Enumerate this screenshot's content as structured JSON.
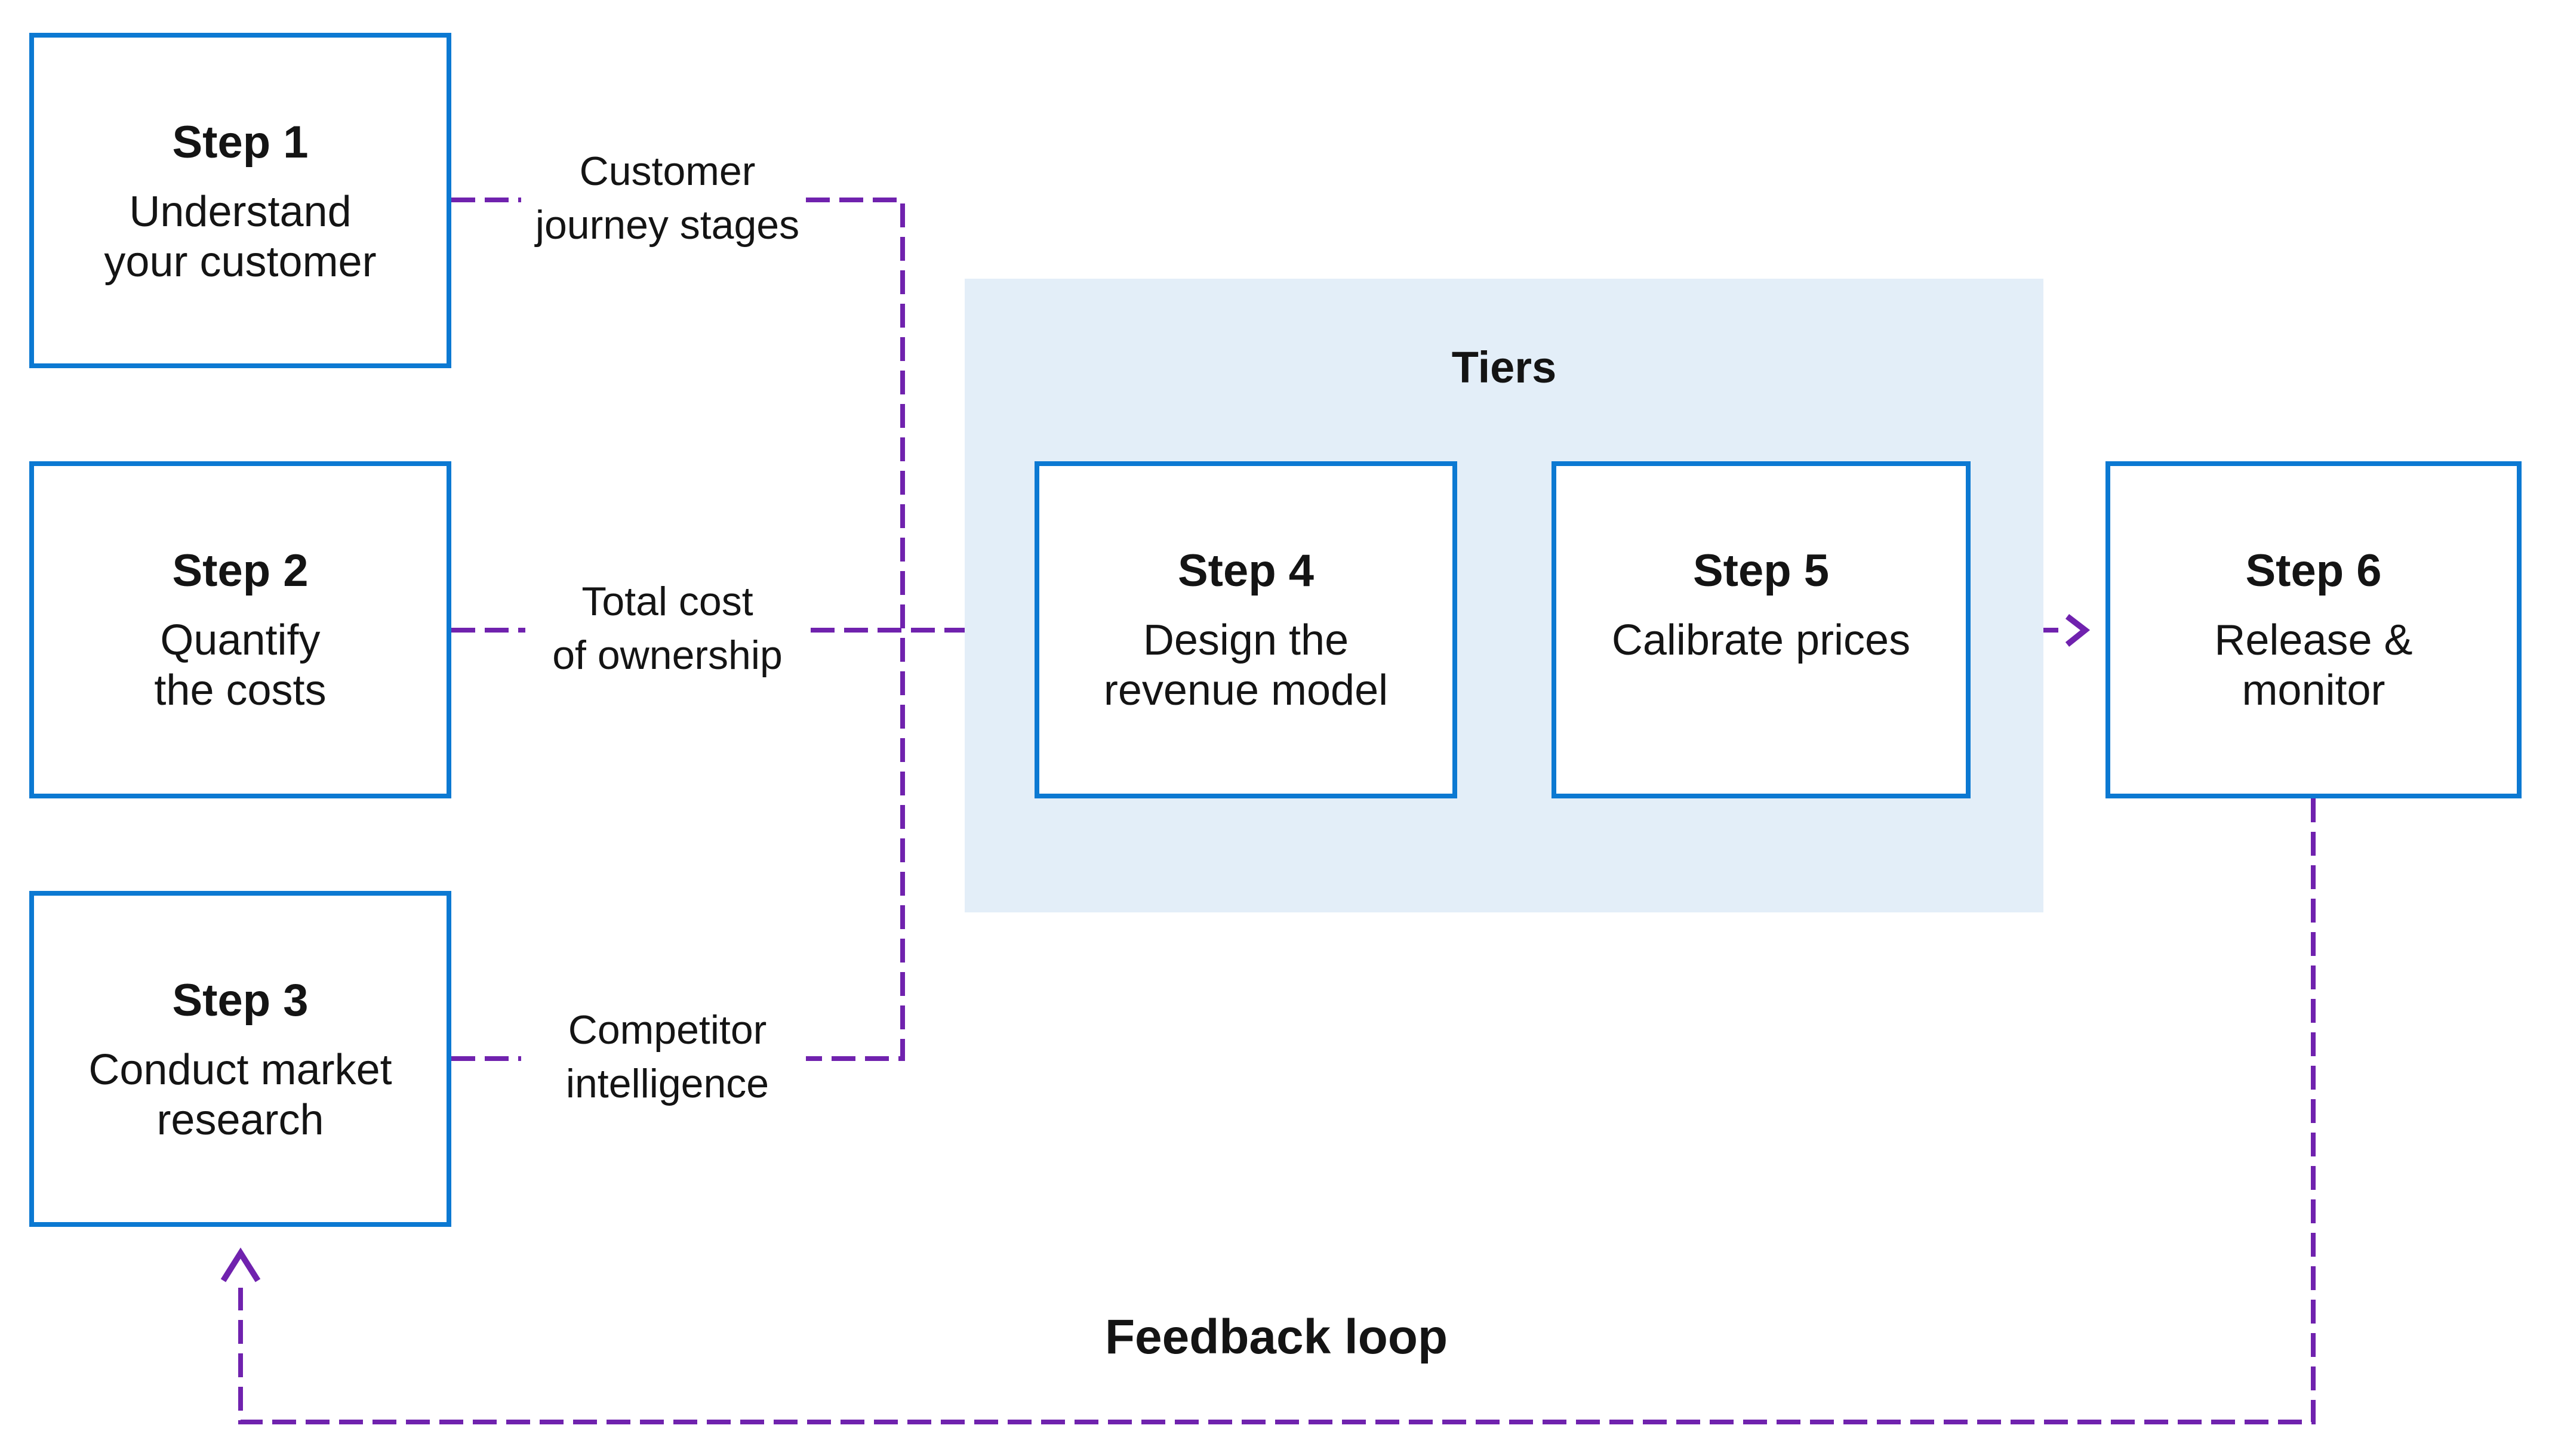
{
  "diagram": {
    "steps": [
      {
        "title": "Step 1",
        "lines": [
          "Understand",
          "your customer"
        ]
      },
      {
        "title": "Step 2",
        "lines": [
          "Quantify",
          "the costs"
        ]
      },
      {
        "title": "Step 3",
        "lines": [
          "Conduct market",
          "research"
        ]
      },
      {
        "title": "Step 4",
        "lines": [
          "Design the",
          "revenue model"
        ]
      },
      {
        "title": "Step 5",
        "lines": [
          "Calibrate prices"
        ]
      },
      {
        "title": "Step 6",
        "lines": [
          "Release &",
          "monitor"
        ]
      }
    ],
    "connector_labels": [
      {
        "lines": [
          "Customer",
          "journey stages"
        ]
      },
      {
        "lines": [
          "Total cost",
          "of ownership"
        ]
      },
      {
        "lines": [
          "Competitor",
          "intelligence"
        ]
      }
    ],
    "group": {
      "label": "Tiers"
    },
    "feedback": {
      "label": "Feedback loop"
    },
    "colors": {
      "box_border": "#0C79D2",
      "group_fill": "#E3EEF8",
      "connector": "#7022AE",
      "text": "#141414",
      "background": "#FFFFFF"
    }
  }
}
